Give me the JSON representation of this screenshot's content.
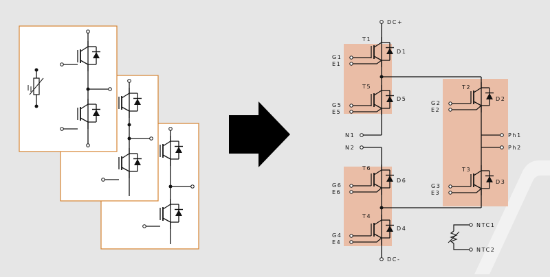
{
  "diagram": {
    "left_modules": {
      "count": 3
    },
    "right_circuit": {
      "labels": {
        "dc_plus": "DC+",
        "dc_minus": "DC-",
        "n1": "N1",
        "n2": "N2",
        "ph1": "Ph1",
        "ph2": "Ph2",
        "ntc1": "NTC1",
        "ntc2": "NTC2",
        "t1": "T1",
        "t2": "T2",
        "t3": "T3",
        "t4": "T4",
        "t5": "T5",
        "t6": "T6",
        "d1": "D1",
        "d2": "D2",
        "d3": "D3",
        "d4": "D4",
        "d5": "D5",
        "d6": "D6",
        "g1": "G1",
        "e1": "E1",
        "g2": "G2",
        "e2": "E2",
        "g3": "G3",
        "e3": "E3",
        "g4": "G4",
        "e4": "E4",
        "g5": "G5",
        "e5": "E5",
        "g6": "G6",
        "e6": "E6"
      }
    },
    "colors": {
      "background": "#e6e6e6",
      "module_fill": "#ffffff",
      "module_border": "#d6822f",
      "highlight": "#eab59a",
      "line": "#111111",
      "arrow": "#000000"
    }
  }
}
